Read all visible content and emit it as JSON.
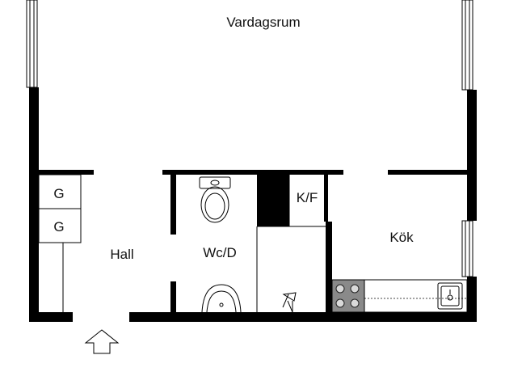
{
  "rooms": {
    "vardagsrum": "Vardagsrum",
    "hall": "Hall",
    "wc": "Wc/D",
    "kf": "K/F",
    "kok": "Kök",
    "closet_top": "G",
    "closet_bottom": "G"
  },
  "icons": {
    "entrance": "entrance-arrow-icon",
    "toilet": "toilet-icon",
    "washbasin": "washbasin-icon",
    "stove": "stove-icon",
    "sink": "kitchen-sink-icon",
    "shower": "shower-icon"
  },
  "colors": {
    "wall": "#000000",
    "background": "#ffffff",
    "stove": "#8a8a8a"
  }
}
